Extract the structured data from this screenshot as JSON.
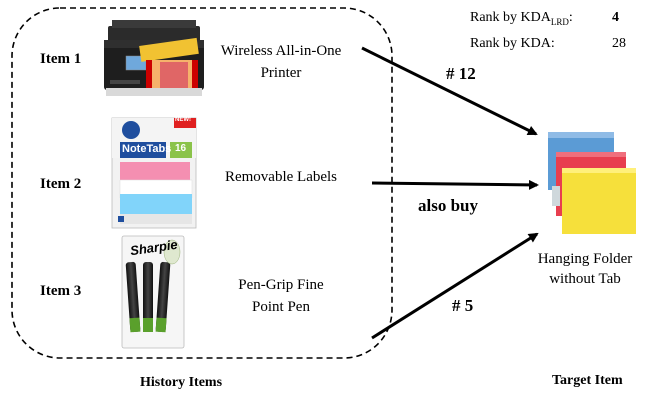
{
  "items": [
    {
      "label": "Item 1",
      "name_line1": "Wireless All-in-One",
      "name_line2": "Printer"
    },
    {
      "label": "Item 2",
      "name_line1": "Removable Labels",
      "name_line2": ""
    },
    {
      "label": "Item 3",
      "name_line1": "Pen-Grip Fine",
      "name_line2": "Point Pen"
    }
  ],
  "history_caption": "History Items",
  "target": {
    "caption": "Target Item",
    "name_line1": "Hanging Folder",
    "name_line2": "without Tab"
  },
  "edges": {
    "item1_label": "# 12",
    "item2_label": "also buy",
    "item3_label": "# 5"
  },
  "rank_kda_lrd": {
    "label": "Rank by KDA",
    "subscript": "LRD",
    "suffix": ":",
    "value": "4"
  },
  "rank_kda": {
    "label": "Rank by KDA:",
    "value": "28"
  },
  "product_text": {
    "notetabs_brand": "NoteTabs",
    "notetabs_new": "NEW!",
    "notetabs_count": "16",
    "sharpie_brand": "Sharpie"
  },
  "colors": {
    "folder_blue": "#5b9bd5",
    "folder_red": "#e83e4f",
    "folder_yellow": "#f6e03b"
  }
}
